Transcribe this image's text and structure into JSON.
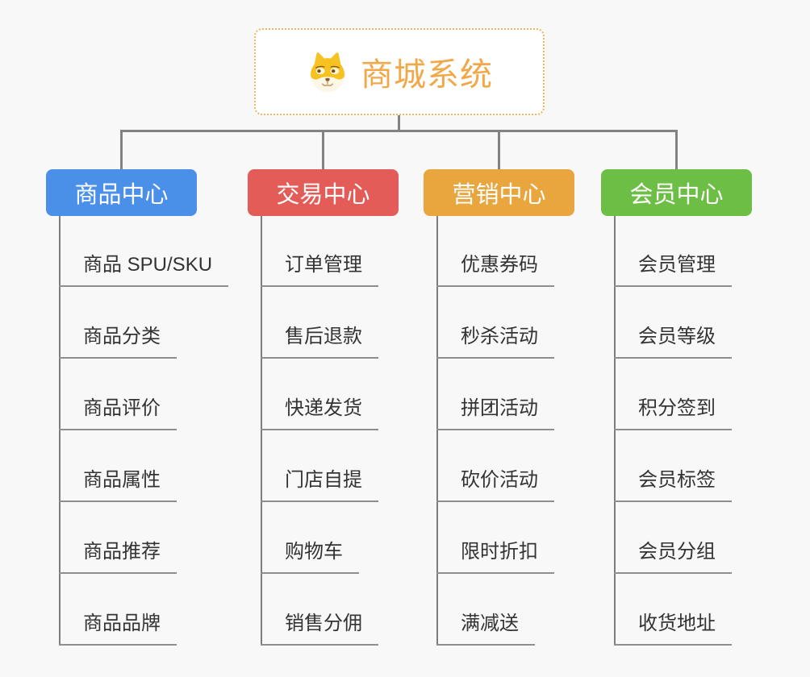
{
  "background": "#f8f8f8",
  "connector_color": "#828282",
  "root": {
    "title": "商城系统",
    "icon": "dog-icon",
    "border_color": "#f2b45c",
    "title_color": "#f0a848"
  },
  "branches": [
    {
      "label": "商品中心",
      "color": "#4a8fe8",
      "children": [
        "商品 SPU/SKU",
        "商品分类",
        "商品评价",
        "商品属性",
        "商品推荐",
        "商品品牌"
      ]
    },
    {
      "label": "交易中心",
      "color": "#e45c58",
      "children": [
        "订单管理",
        "售后退款",
        "快递发货",
        "门店自提",
        "购物车",
        "销售分佣"
      ]
    },
    {
      "label": "营销中心",
      "color": "#e9a63e",
      "children": [
        "优惠券码",
        "秒杀活动",
        "拼团活动",
        "砍价活动",
        "限时折扣",
        "满减送"
      ]
    },
    {
      "label": "会员中心",
      "color": "#6dbe44",
      "children": [
        "会员管理",
        "会员等级",
        "积分签到",
        "会员标签",
        "会员分组",
        "收货地址"
      ]
    }
  ]
}
